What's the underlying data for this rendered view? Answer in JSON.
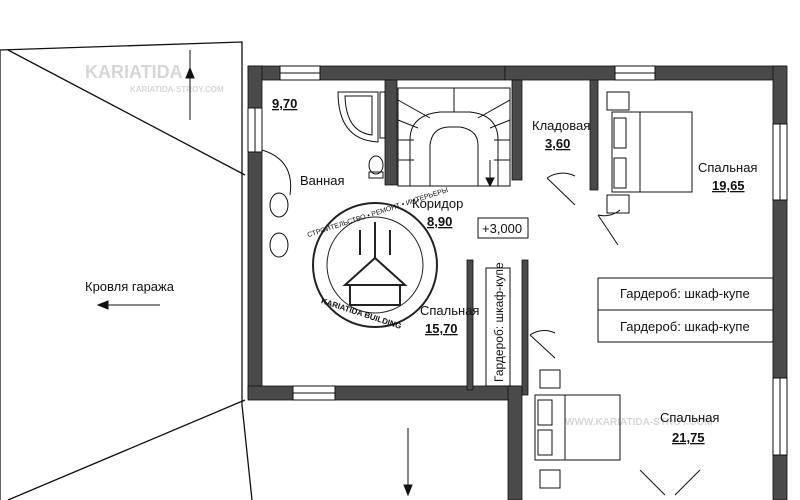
{
  "watermark": {
    "brand": "KARIATIDA",
    "tagline": "KARIATIDA-STROY.COM",
    "url": "WWW.KARIATIDA-STROY.COM"
  },
  "stamp": {
    "ring_text": "СТРОИТЕЛЬСТВО • РЕМОНТ • ИНТЕРЬЕРЫ",
    "bottom_text": "KARIATIDA BUILDING"
  },
  "labels": {
    "garage_roof": "Кровля гаража",
    "bathroom_area": "9,70",
    "bathroom": "Ванная",
    "pantry": "Кладовая",
    "pantry_area": "3,60",
    "corridor": "Коридор",
    "corridor_area": "8,90",
    "level_mark": "+3,000",
    "bedroom_ne": "Спальная",
    "bedroom_ne_area": "19,65",
    "wardrobe_top": "Гардероб: шкаф-купе",
    "wardrobe_bottom": "Гардероб: шкаф-купе",
    "wardrobe_vertical": "Гардероб: шкаф-купе",
    "bedroom_w": "Спальная",
    "bedroom_w_area": "15,70",
    "bedroom_se": "Спальная",
    "bedroom_se_area": "21,75"
  },
  "colors": {
    "wall": "#4a4a4a",
    "wall_edge": "#111111",
    "line": "#111111",
    "watermark": "#d6d6d6"
  }
}
